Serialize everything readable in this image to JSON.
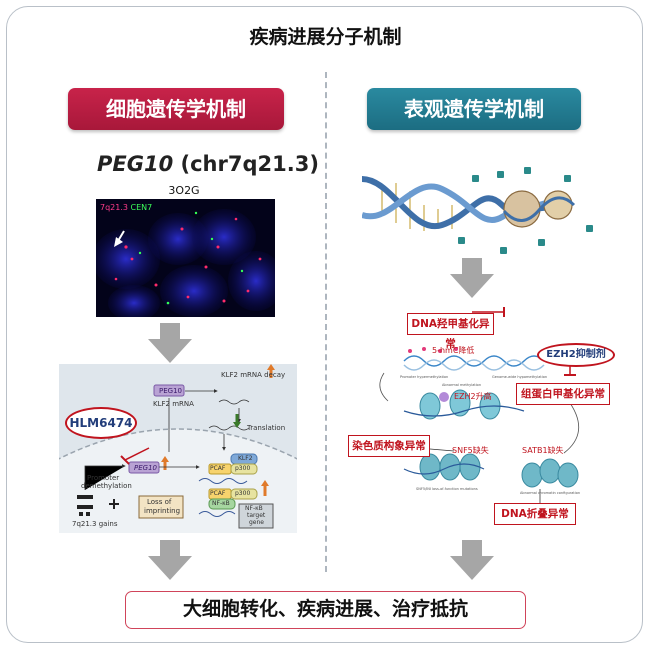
{
  "title": "疾病进展分子机制",
  "left": {
    "header": "细胞遗传学机制",
    "gene_name": "PEG10",
    "gene_locus": " (chr7q21.3)",
    "sample_id": "3O2G",
    "fish_label_red": "7q21.3",
    "fish_label_green": "CEN7",
    "pathway": {
      "klf2_decay": "KLF2 mRNA decay",
      "peg10_top": "PEG10",
      "klf2_mrna": "KLF2 mRNA",
      "translation": "Translation",
      "drug": "HLM6474",
      "peg10_mid": "PEG10",
      "klf2": "KLF2",
      "pcaf1": "PCAF",
      "p300a": "p300",
      "pcaf2": "PCAF",
      "p300b": "p300",
      "nfkb": "NF-κB",
      "promoter": "Promoter",
      "demethylation": "demethylation",
      "loss1": "Loss of",
      "loss2": "imprinting",
      "gains": "7q21.3 gains",
      "target1": "NF-κB",
      "target2": "target",
      "target3": "gene"
    }
  },
  "right": {
    "header": "表观遗传学机制",
    "epi": {
      "dna_hydroxymethyl": "DNA羟甲基化异常",
      "hmc_label": "5-hmC降低",
      "hmc_small1": "Promoter hypermethylation",
      "hmc_small2": "Genome-wide hypomethylation",
      "ezh2_inhibitor": "EZH2抑制剂",
      "abnormal_methyl": "Abnormal methylation",
      "ezh2_up": "EZH2升高",
      "histone_methyl": "组蛋白甲基化异常",
      "chromatin": "染色质构象异常",
      "snf5": "SNF5缺失",
      "satb1": "SATB1缺失",
      "snf_small": "SNF5/INI loss-of-function mutations",
      "chrom_small": "Abnormal chromatin configuration",
      "dna_folding": "DNA折叠异常"
    }
  },
  "bottom": "大细胞转化、疾病进展、治疗抵抗",
  "colors": {
    "left_header": "#b81d42",
    "right_header": "#21788d",
    "accent_red": "#c0141e",
    "arrow_gray": "#a6a6a6"
  }
}
